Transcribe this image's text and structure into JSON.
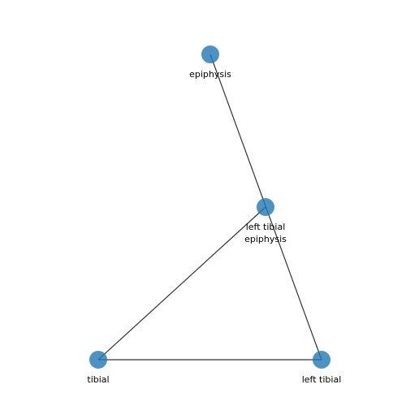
{
  "graph": {
    "nodes": [
      {
        "id": "epiphysis",
        "label_lines": [
          "epiphysis"
        ]
      },
      {
        "id": "left-tibial-epiphysis",
        "label_lines": [
          "left tibial",
          "epiphysis"
        ]
      },
      {
        "id": "tibial",
        "label_lines": [
          "tibial"
        ]
      },
      {
        "id": "left-tibial",
        "label_lines": [
          "left tibial"
        ]
      }
    ],
    "edges": [
      {
        "source": "epiphysis",
        "target": "left-tibial"
      },
      {
        "source": "left-tibial-epiphysis",
        "target": "tibial"
      },
      {
        "source": "tibial",
        "target": "left-tibial"
      }
    ],
    "colors": {
      "node_fill": "#1f77b4",
      "edge_stroke": "#333333",
      "label": "#000000"
    }
  }
}
